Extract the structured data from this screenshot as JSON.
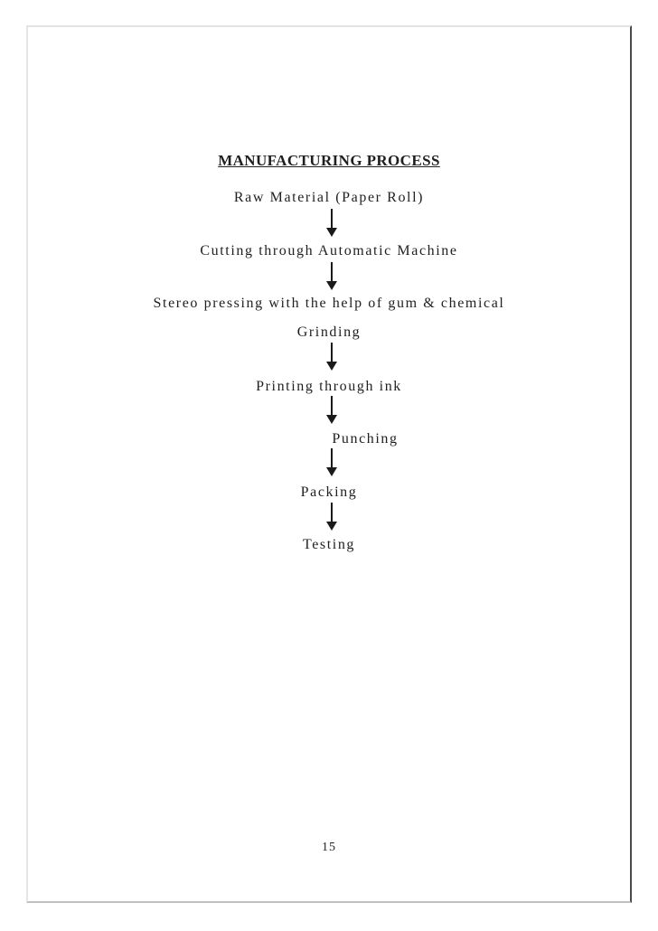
{
  "page": {
    "title": "MANUFACTURING PROCESS",
    "page_number": "15"
  },
  "flow": {
    "connector": "down-arrow",
    "steps": [
      {
        "label": "Raw Material (Paper Roll)"
      },
      {
        "label": "Cutting through Automatic Machine"
      },
      {
        "label": "Stereo pressing with the help of gum & chemical"
      },
      {
        "label": "Grinding"
      },
      {
        "label": "Printing through ink"
      },
      {
        "label": "Punching"
      },
      {
        "label": "Packing"
      },
      {
        "label": "Testing"
      }
    ]
  },
  "colors": {
    "text": "#1f1f1f",
    "arrow": "#1a1a1a",
    "page_background": "#ffffff",
    "border_top": "#e3e3e3",
    "border_left": "#e5e5e5",
    "border_right": "#4a4a4a",
    "border_bottom": "#c0c0c0"
  }
}
